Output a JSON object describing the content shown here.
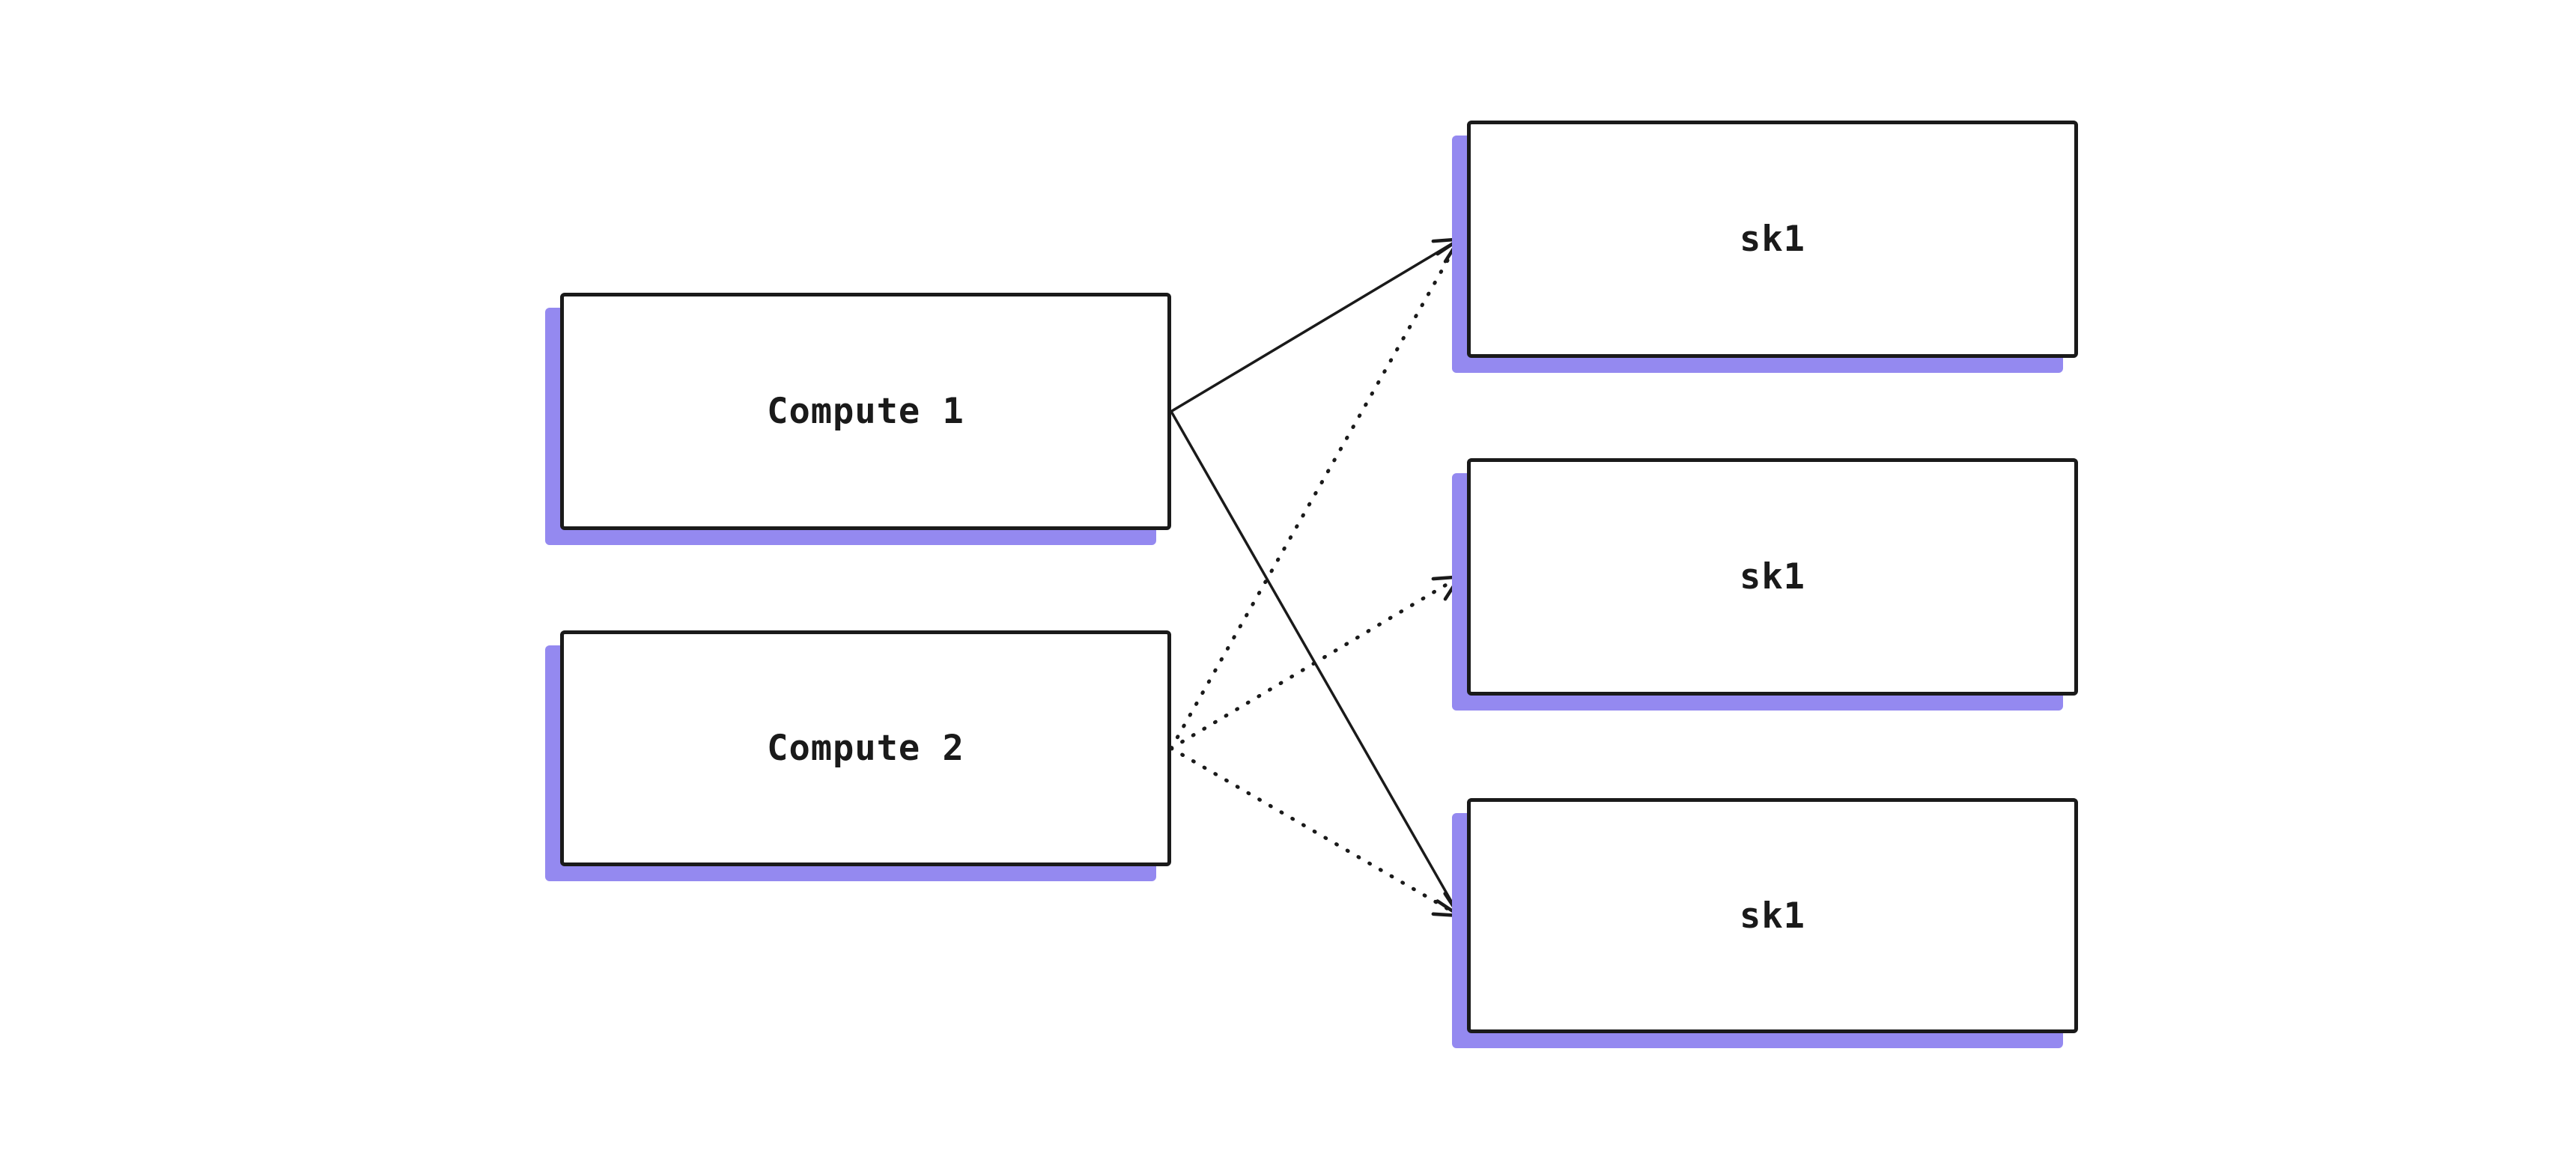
{
  "diagram": {
    "colors": {
      "background": "#ffffff",
      "node_fill": "#ffffff",
      "node_border": "#1a1a1a",
      "node_shadow": "#9489f0",
      "edge": "#1a1a1a",
      "text": "#1a1a1a"
    },
    "nodes": [
      {
        "id": "compute-1",
        "label": "Compute 1"
      },
      {
        "id": "compute-2",
        "label": "Compute 2"
      },
      {
        "id": "sk1-a",
        "label": "sk1"
      },
      {
        "id": "sk1-b",
        "label": "sk1"
      },
      {
        "id": "sk1-c",
        "label": "sk1"
      }
    ],
    "edges": [
      {
        "from": "compute-1",
        "to": "sk1-a",
        "style": "solid",
        "arrow": true
      },
      {
        "from": "compute-1",
        "to": "sk1-c",
        "style": "solid",
        "arrow": true
      },
      {
        "from": "compute-2",
        "to": "sk1-a",
        "style": "dotted",
        "arrow": true
      },
      {
        "from": "compute-2",
        "to": "sk1-b",
        "style": "dotted",
        "arrow": true
      },
      {
        "from": "compute-2",
        "to": "sk1-c",
        "style": "dotted",
        "arrow": true
      }
    ]
  }
}
